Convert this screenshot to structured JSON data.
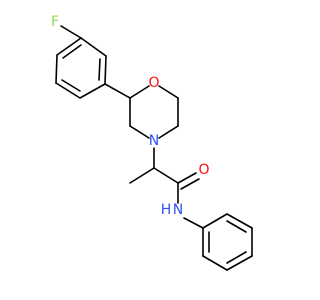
{
  "molecule": {
    "atom_labels": {
      "fluorine": "F",
      "ring_oxygen": "O",
      "ring_nitrogen": "N",
      "carbonyl_oxygen": "O",
      "amide_nitrogen": "N",
      "amide_hydrogen": "H"
    },
    "colors": {
      "bond": "#000000",
      "fluorine": "#90E050",
      "oxygen": "#FF0D0D",
      "nitrogen": "#3050F8",
      "hydrogen": "#3050F8"
    }
  }
}
